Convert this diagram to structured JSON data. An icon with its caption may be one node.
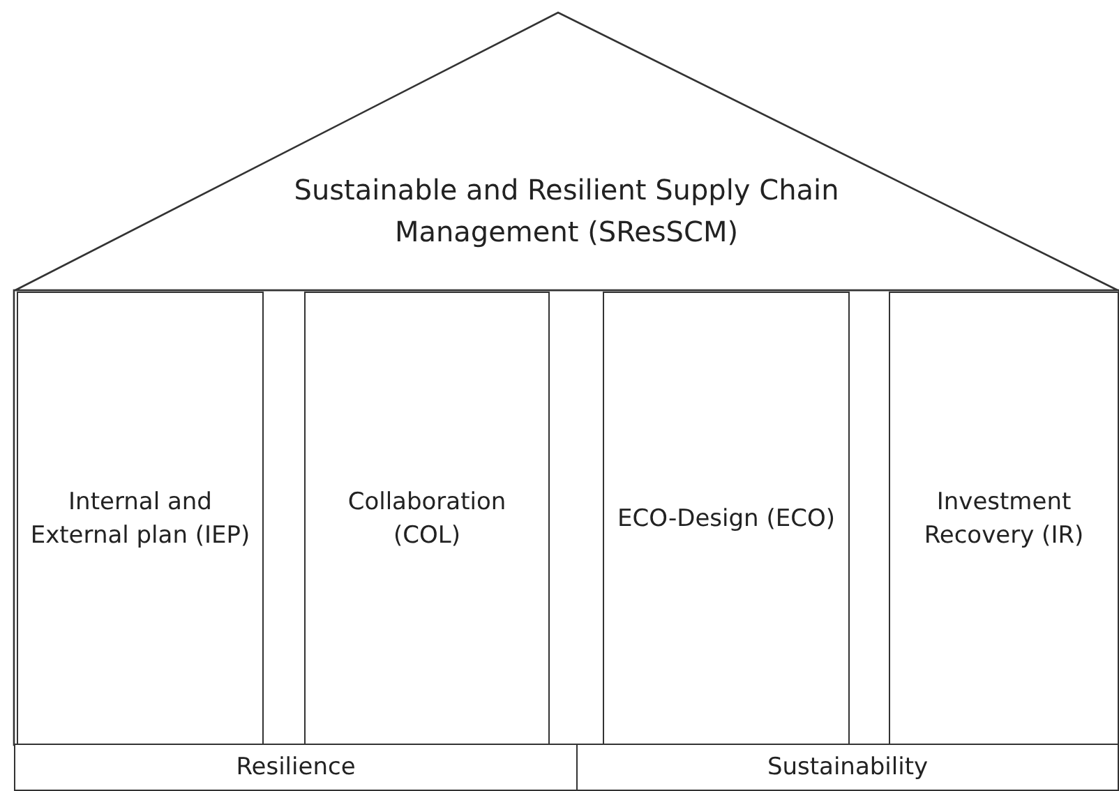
{
  "diagram": {
    "nodes": [
      {
        "text": [
          "Sustainable and Resilient Supply Chain Management (SResSCM)"
        ]
      },
      {
        "text": [
          "Internal and External plan (IEP)"
        ]
      },
      {
        "text": [
          "Collaboration (COL)"
        ]
      },
      {
        "text": [
          "ECO-Design (ECO)"
        ]
      },
      {
        "text": [
          "Investment Recovery (IR)"
        ]
      },
      {
        "text": [
          "Resilience"
        ]
      },
      {
        "text": [
          "Sustainability"
        ]
      }
    ]
  }
}
